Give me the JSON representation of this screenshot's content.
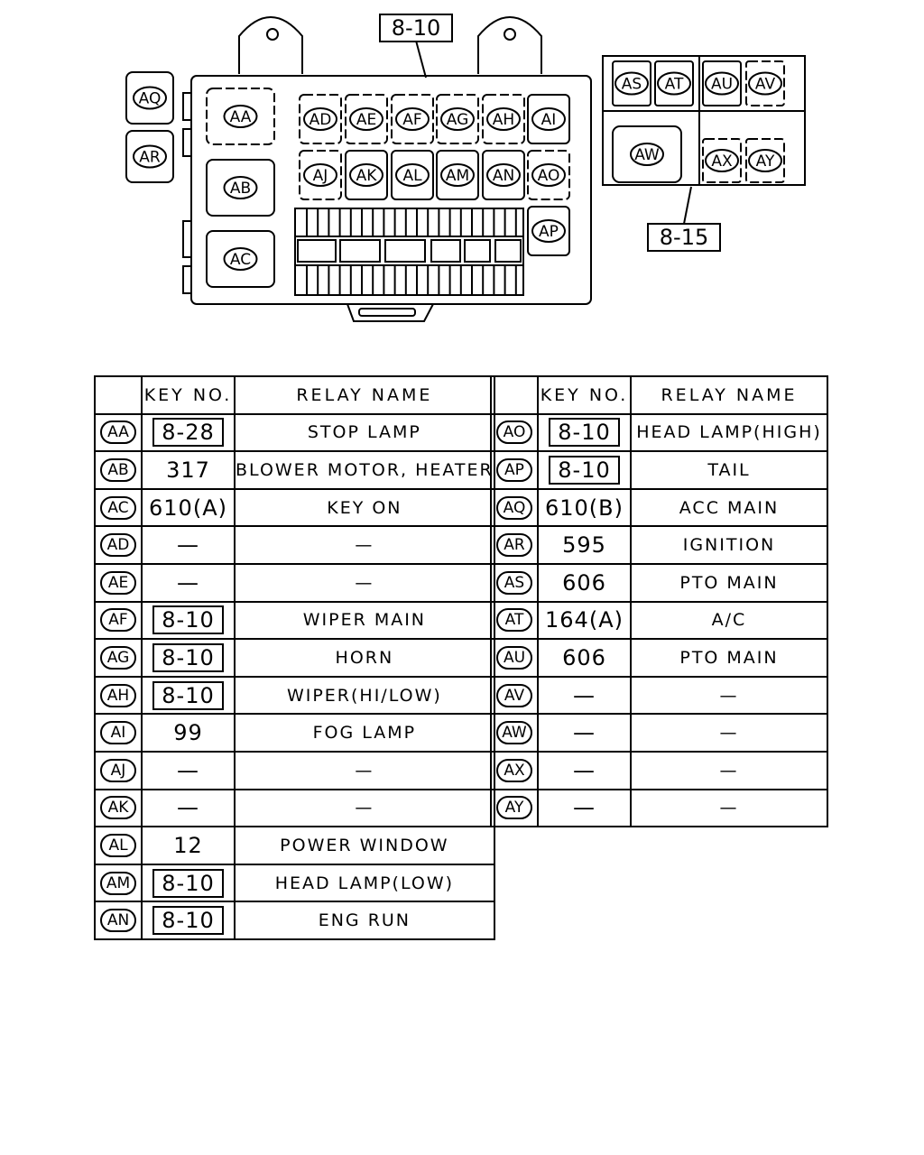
{
  "diagram": {
    "main_box_callout": "8-10",
    "side_box_callout": "8-15",
    "main_left_relays": [
      "AA",
      "AB",
      "AC"
    ],
    "main_top_row": [
      "AD",
      "AE",
      "AF",
      "AG",
      "AH",
      "AI"
    ],
    "main_mid_row": [
      "AJ",
      "AK",
      "AL",
      "AM",
      "AN",
      "AO"
    ],
    "main_right_relay": "AP",
    "external_left": [
      "AQ",
      "AR"
    ],
    "side_top_row": [
      "AS",
      "AT",
      "AU",
      "AV"
    ],
    "side_bottom": [
      "AW",
      "AX",
      "AY"
    ]
  },
  "table": {
    "headers": {
      "key_no": "KEY NO.",
      "relay_name": "RELAY NAME"
    },
    "left_rows": [
      {
        "id": "AA",
        "key": "8-28",
        "boxed": true,
        "name": "STOP LAMP"
      },
      {
        "id": "AB",
        "key": "317",
        "boxed": false,
        "name": "BLOWER MOTOR, HEATER"
      },
      {
        "id": "AC",
        "key": "610(A)",
        "boxed": false,
        "name": "KEY ON"
      },
      {
        "id": "AD",
        "key": "—",
        "boxed": false,
        "name": "—"
      },
      {
        "id": "AE",
        "key": "—",
        "boxed": false,
        "name": "—"
      },
      {
        "id": "AF",
        "key": "8-10",
        "boxed": true,
        "name": "WIPER MAIN"
      },
      {
        "id": "AG",
        "key": "8-10",
        "boxed": true,
        "name": "HORN"
      },
      {
        "id": "AH",
        "key": "8-10",
        "boxed": true,
        "name": "WIPER(HI/LOW)"
      },
      {
        "id": "AI",
        "key": "99",
        "boxed": false,
        "name": "FOG LAMP"
      },
      {
        "id": "AJ",
        "key": "—",
        "boxed": false,
        "name": "—"
      },
      {
        "id": "AK",
        "key": "—",
        "boxed": false,
        "name": "—"
      },
      {
        "id": "AL",
        "key": "12",
        "boxed": false,
        "name": "POWER WINDOW"
      },
      {
        "id": "AM",
        "key": "8-10",
        "boxed": true,
        "name": "HEAD LAMP(LOW)"
      },
      {
        "id": "AN",
        "key": "8-10",
        "boxed": true,
        "name": "ENG RUN"
      }
    ],
    "right_rows": [
      {
        "id": "AO",
        "key": "8-10",
        "boxed": true,
        "name": "HEAD LAMP(HIGH)"
      },
      {
        "id": "AP",
        "key": "8-10",
        "boxed": true,
        "name": "TAIL"
      },
      {
        "id": "AQ",
        "key": "610(B)",
        "boxed": false,
        "name": "ACC MAIN"
      },
      {
        "id": "AR",
        "key": "595",
        "boxed": false,
        "name": "IGNITION"
      },
      {
        "id": "AS",
        "key": "606",
        "boxed": false,
        "name": "PTO MAIN"
      },
      {
        "id": "AT",
        "key": "164(A)",
        "boxed": false,
        "name": "A/C"
      },
      {
        "id": "AU",
        "key": "606",
        "boxed": false,
        "name": "PTO MAIN"
      },
      {
        "id": "AV",
        "key": "—",
        "boxed": false,
        "name": "—"
      },
      {
        "id": "AW",
        "key": "—",
        "boxed": false,
        "name": "—"
      },
      {
        "id": "AX",
        "key": "—",
        "boxed": false,
        "name": "—"
      },
      {
        "id": "AY",
        "key": "—",
        "boxed": false,
        "name": "—"
      }
    ]
  }
}
